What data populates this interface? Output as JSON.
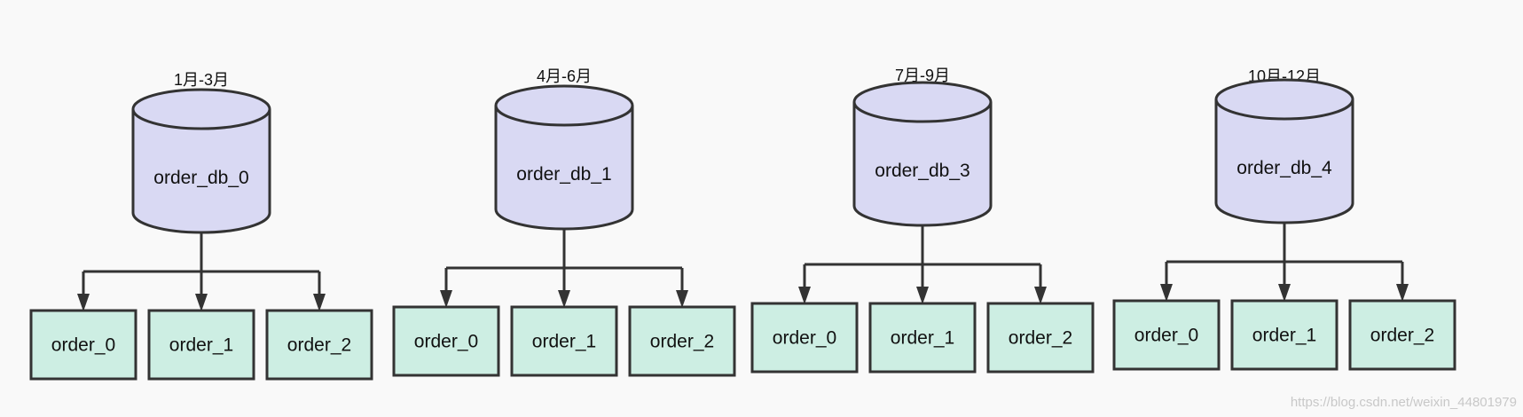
{
  "colors": {
    "background": "#f9f9f9",
    "database_fill": "#d9d9f3",
    "table_fill": "#cdeee3",
    "stroke": "#333333"
  },
  "groups": [
    {
      "label": "1月-3月",
      "database": "order_db_0",
      "tables": [
        "order_0",
        "order_1",
        "order_2"
      ]
    },
    {
      "label": "4月-6月",
      "database": "order_db_1",
      "tables": [
        "order_0",
        "order_1",
        "order_2"
      ]
    },
    {
      "label": "7月-9月",
      "database": "order_db_3",
      "tables": [
        "order_0",
        "order_1",
        "order_2"
      ]
    },
    {
      "label": "10月-12月",
      "database": "order_db_4",
      "tables": [
        "order_0",
        "order_1",
        "order_2"
      ]
    }
  ],
  "watermark": "https://blog.csdn.net/weixin_44801979"
}
